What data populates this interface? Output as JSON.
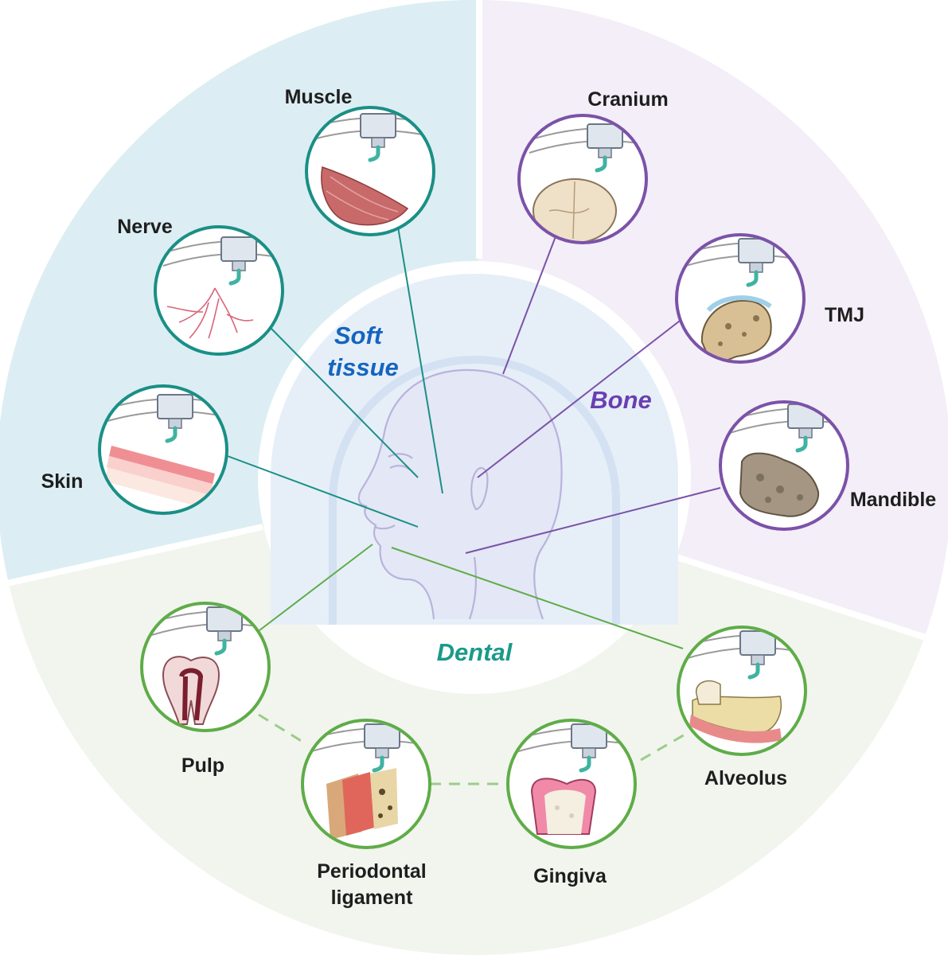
{
  "categories": {
    "soft_tissue": {
      "line1": "Soft",
      "line2": "tissue",
      "color": "#1565c0"
    },
    "bone": {
      "label": "Bone",
      "color": "#6a3fb0"
    },
    "dental": {
      "label": "Dental",
      "color": "#1a9a8a"
    }
  },
  "colors": {
    "soft_tissue_bg": "#dceef3",
    "bone_bg": "#f3eef7",
    "dental_bg": "#f1f5ee",
    "soft_tissue_ring": "#1a8f86",
    "bone_ring": "#7b52a8",
    "dental_ring": "#5fac48"
  },
  "tissues": {
    "muscle": {
      "label": "Muscle",
      "icon": "muscle-tissue-icon"
    },
    "nerve": {
      "label": "Nerve",
      "icon": "nerve-tissue-icon"
    },
    "skin": {
      "label": "Skin",
      "icon": "skin-tissue-icon"
    },
    "cranium": {
      "label": "Cranium",
      "icon": "cranium-icon"
    },
    "tmj": {
      "label": "TMJ",
      "icon": "tmj-joint-icon"
    },
    "mandible": {
      "label": "Mandible",
      "icon": "mandible-bone-icon"
    },
    "pulp": {
      "label": "Pulp",
      "icon": "tooth-pulp-icon"
    },
    "periodontal": {
      "line1": "Periodontal",
      "line2": "ligament",
      "icon": "periodontal-ligament-icon"
    },
    "gingiva": {
      "label": "Gingiva",
      "icon": "gingiva-icon"
    },
    "alveolus": {
      "label": "Alveolus",
      "icon": "alveolar-bone-icon"
    }
  },
  "printer_icon": "bioprinter-nozzle-icon",
  "center_icon": "head-profile-icon"
}
